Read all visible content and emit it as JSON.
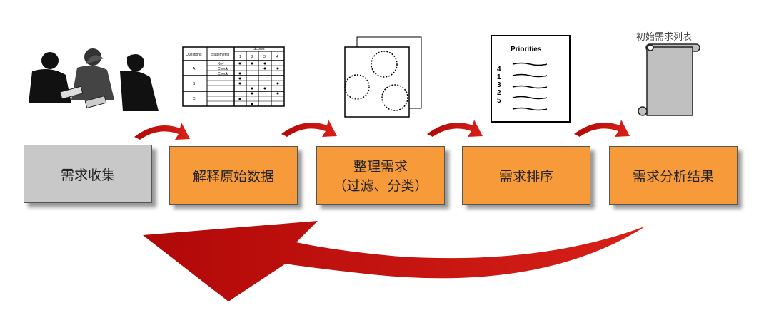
{
  "steps": [
    {
      "label": "需求收集",
      "color": "#c8c8c8"
    },
    {
      "label": "解释原始数据",
      "color": "#f79a3a"
    },
    {
      "label": "整理需求",
      "sublabel": "（过滤、分类）",
      "color": "#f79a3a"
    },
    {
      "label": "需求排序",
      "color": "#f79a3a"
    },
    {
      "label": "需求分析结果",
      "color": "#f79a3a"
    }
  ],
  "scroll_caption": "初始需求列表",
  "priorities": {
    "title": "Priorities",
    "numbers": [
      "4",
      "1",
      "3",
      "2",
      "5"
    ]
  },
  "table": {
    "headers": [
      "Questions",
      "Statements",
      "Scores"
    ],
    "scores": [
      "1",
      "2",
      "3",
      "4"
    ],
    "rows": [
      "A",
      "B",
      "C"
    ],
    "statements": [
      "Key",
      "Check",
      "Check"
    ]
  },
  "colors": {
    "arrow": "#c0100c",
    "orange": "#f79a3a",
    "gray": "#c8c8c8"
  }
}
